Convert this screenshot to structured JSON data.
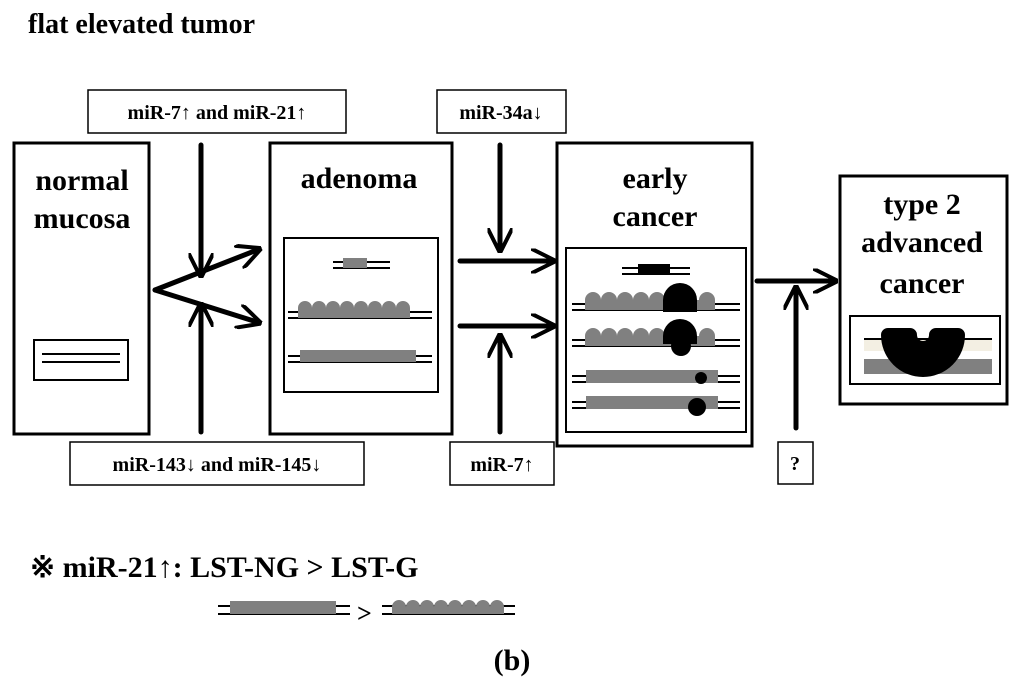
{
  "title": "flat elevated tumor",
  "stages": {
    "normal": [
      "normal",
      "mucosa"
    ],
    "adenoma": [
      "adenoma"
    ],
    "early": [
      "early",
      "cancer"
    ],
    "advanced": [
      "type 2",
      "advanced",
      "cancer"
    ]
  },
  "mirna": {
    "top_left": "miR-7↑ and miR-21↑",
    "bottom_left": "miR-143↓ and miR-145↓",
    "top_mid": "miR-34a↓",
    "bottom_mid": "miR-7↑",
    "question": "?"
  },
  "note": {
    "text": "※ miR-21↑: LST-NG > LST-G",
    "comparator": ">"
  },
  "panel_label": "(b)",
  "colors": {
    "stroke": "#000000",
    "tissue_gray": "#808080",
    "lesion_black": "#000000",
    "muscle_beige": "#f3efe3"
  }
}
